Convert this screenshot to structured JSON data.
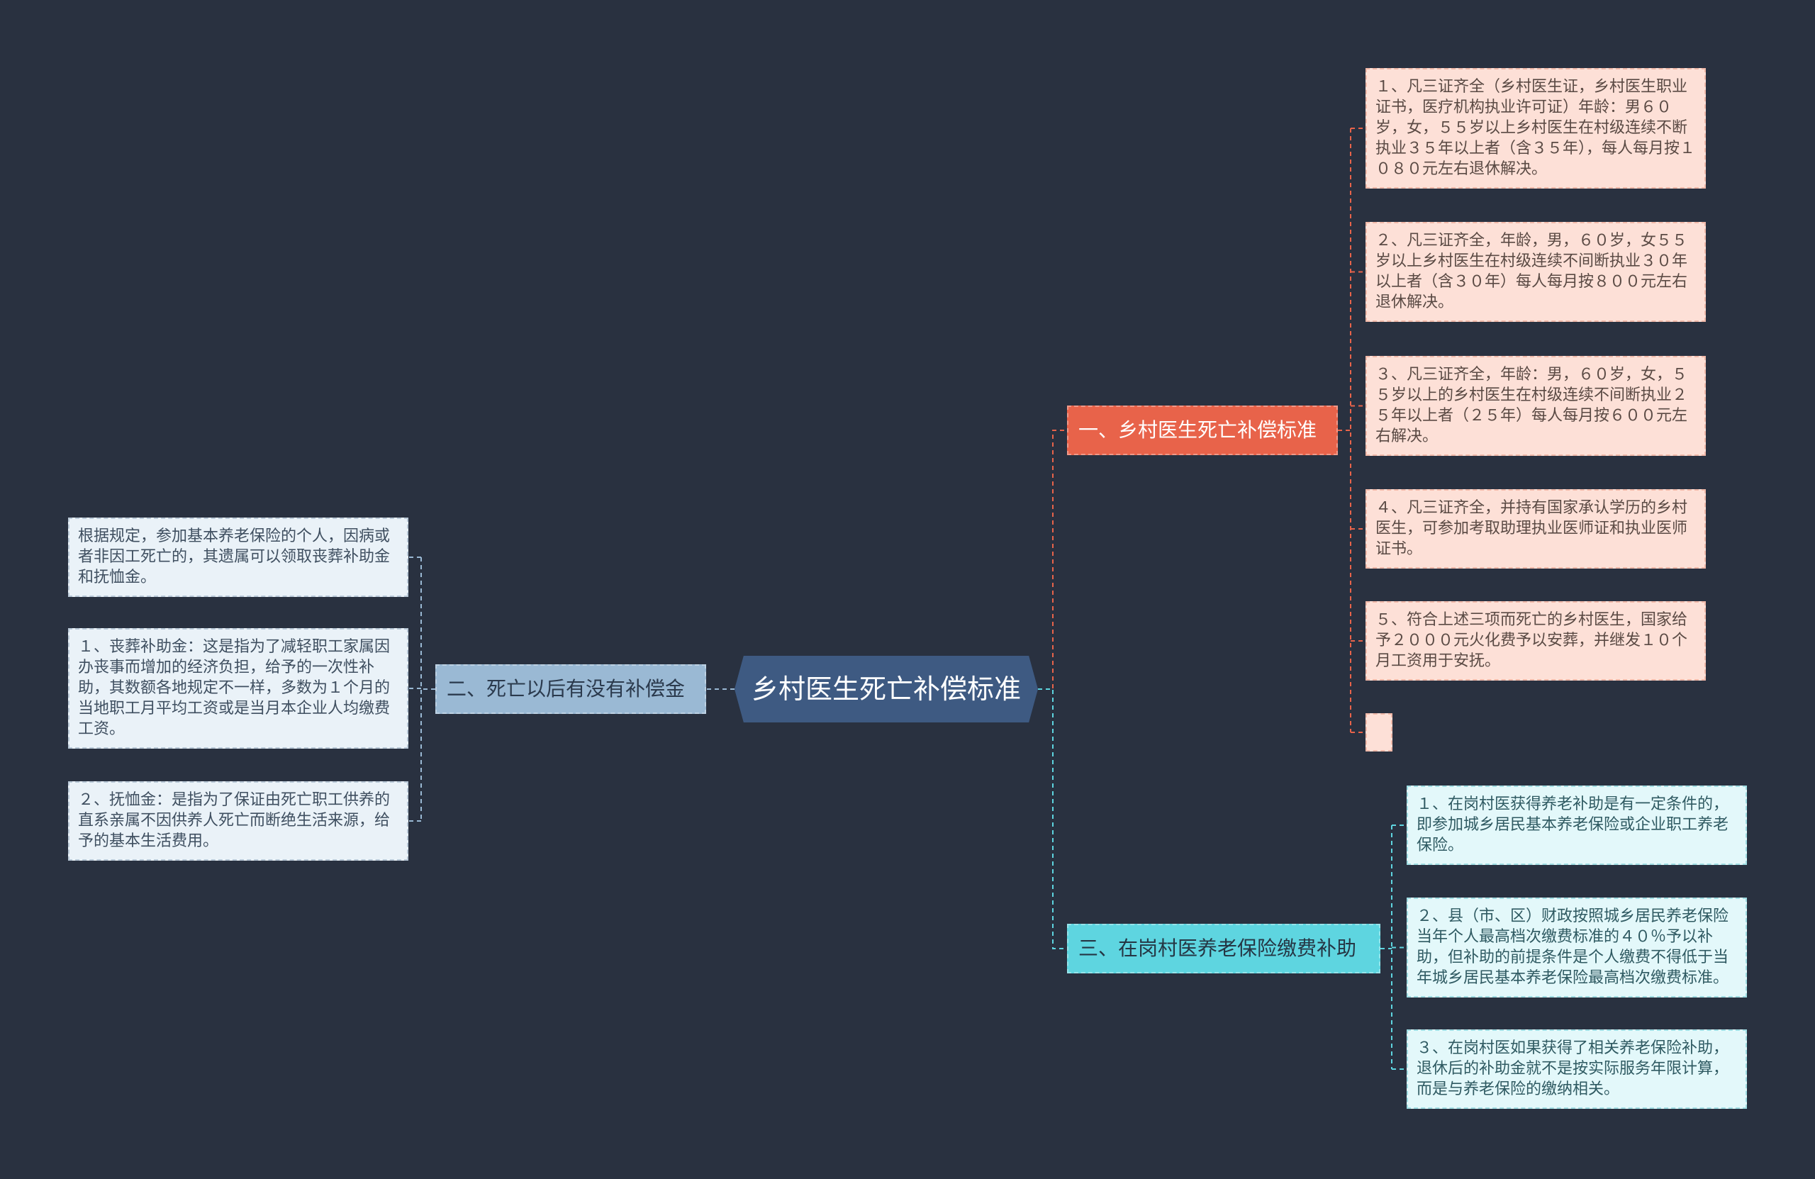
{
  "mindmap": {
    "root": "乡村医生死亡补偿标准",
    "branch1": {
      "label": "一、乡村医生死亡补偿标准",
      "color": "#e8634a",
      "leaves": [
        "１、凡三证齐全（乡村医生证，乡村医生职业证书，医疗机构执业许可证）年龄：男６０岁，女，５５岁以上乡村医生在村级连续不断执业３５年以上者（含３５年），每人每月按１０８０元左右退休解决。",
        "２、凡三证齐全，年龄，男，６０岁，女５５岁以上乡村医生在村级连续不间断执业３０年以上者（含３０年）每人每月按８００元左右退休解决。",
        "３、凡三证齐全，年龄：男，６０岁，女，５５岁以上的乡村医生在村级连续不间断执业２５年以上者（２５年）每人每月按６００元左右解决。",
        "４、凡三证齐全，并持有国家承认学历的乡村医生，可参加考取助理执业医师证和执业医师证书。",
        "５、符合上述三项而死亡的乡村医生，国家给予２０００元火化费予以安葬，并继发１０个月工资用于安抚。",
        ""
      ]
    },
    "branch2": {
      "label": "二、死亡以后有没有补偿金",
      "color": "#9ab9d4",
      "leaves": [
        "根据规定，参加基本养老保险的个人，因病或者非因工死亡的，其遗属可以领取丧葬补助金和抚恤金。",
        "１、丧葬补助金：这是指为了减轻职工家属因办丧事而增加的经济负担，给予的一次性补助，其数额各地规定不一样，多数为１个月的当地职工月平均工资或是当月本企业人均缴费工资。",
        "２、抚恤金：是指为了保证由死亡职工供养的直系亲属不因供养人死亡而断绝生活来源，给予的基本生活费用。"
      ]
    },
    "branch3": {
      "label": "三、在岗村医养老保险缴费补助",
      "color": "#5ed5e0",
      "leaves": [
        "１、在岗村医获得养老补助是有一定条件的，即参加城乡居民基本养老保险或企业职工养老保险。",
        "２、县（市、区）财政按照城乡居民养老保险当年个人最高档次缴费标准的４０％予以补助，但补助的前提条件是个人缴费不得低于当年城乡居民基本养老保险最高档次缴费标准。",
        "３、在岗村医如果获得了相关养老保险补助，退休后的补助金就不是按实际服务年限计算，而是与养老保险的缴纳相关。"
      ]
    },
    "link_colors": {
      "b1": "#e8634a",
      "b2": "#9ab9d4",
      "b3": "#5ed5e0"
    }
  }
}
